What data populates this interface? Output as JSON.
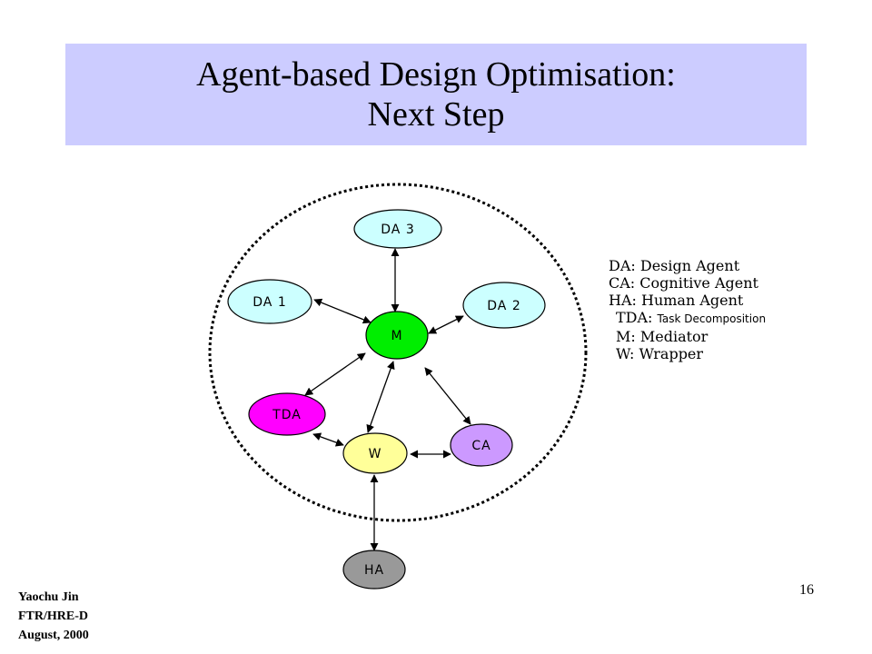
{
  "slide": {
    "title_line1": "Agent-based Design Optimisation:",
    "title_line2": "Next Step",
    "page_number": "16",
    "footer": {
      "name": "Yaochu Jin",
      "department": "FTR/HRE-D",
      "date": "August, 2000"
    }
  },
  "diagram": {
    "nodes": {
      "da3": {
        "label": "DA 3",
        "fill": "#ccffff"
      },
      "da1": {
        "label": "DA 1",
        "fill": "#ccffff"
      },
      "da2": {
        "label": "DA 2",
        "fill": "#ccffff"
      },
      "m": {
        "label": "M",
        "fill": "#00ee00"
      },
      "tda": {
        "label": "TDA",
        "fill": "#ff00ff"
      },
      "ca": {
        "label": "CA",
        "fill": "#cc99ff"
      },
      "w": {
        "label": "W",
        "fill": "#ffff99"
      },
      "ha": {
        "label": "HA",
        "fill": "#999999"
      }
    },
    "connections": [
      {
        "from": "DA 3",
        "to": "M",
        "direction": "both"
      },
      {
        "from": "DA 1",
        "to": "M",
        "direction": "both"
      },
      {
        "from": "DA 2",
        "to": "M",
        "direction": "both"
      },
      {
        "from": "TDA",
        "to": "M",
        "direction": "both"
      },
      {
        "from": "W",
        "to": "M",
        "direction": "both"
      },
      {
        "from": "CA",
        "to": "M",
        "direction": "both"
      },
      {
        "from": "TDA",
        "to": "W",
        "direction": "both"
      },
      {
        "from": "W",
        "to": "CA",
        "direction": "both"
      },
      {
        "from": "W",
        "to": "HA",
        "direction": "both"
      }
    ]
  },
  "legend": {
    "da": "DA: Design Agent",
    "ca": "CA: Cognitive Agent",
    "ha": "HA: Human  Agent",
    "tda_abbr": "TDA:",
    "tda_full": "Task Decomposition",
    "m": "M: Mediator",
    "w": "W: Wrapper"
  }
}
